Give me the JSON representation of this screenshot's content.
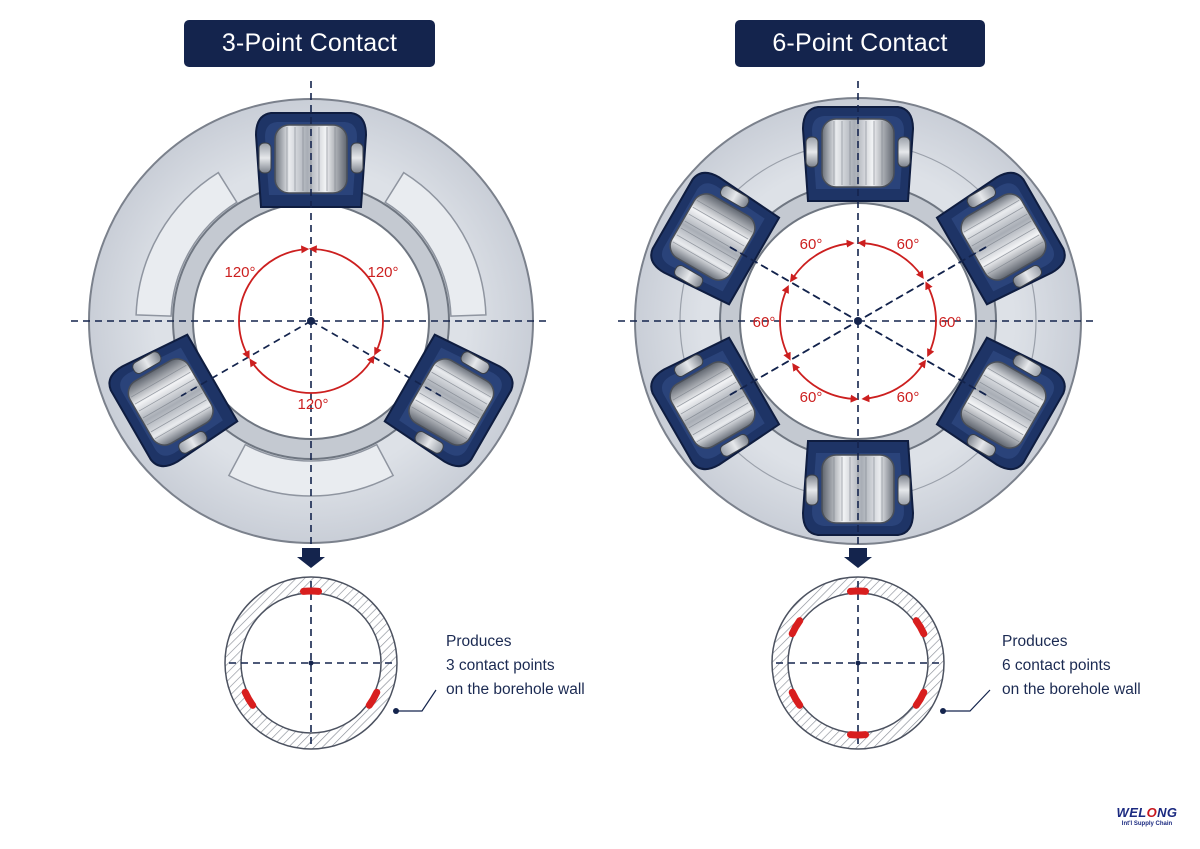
{
  "panels": {
    "left": {
      "title": "3-Point Contact",
      "angle_labels": [
        "120°",
        "120°",
        "120°"
      ],
      "caption": [
        "Produces",
        "3 contact points",
        "on the borehole wall"
      ],
      "roller_count": 3,
      "contact_count": 3
    },
    "right": {
      "title": "6-Point Contact",
      "angle_labels": [
        "60°",
        "60°",
        "60°",
        "60°",
        "60°",
        "60°"
      ],
      "caption": [
        "Produces",
        "6 contact points",
        "on the borehole wall"
      ],
      "roller_count": 6,
      "contact_count": 6
    }
  },
  "logo": {
    "main_before": "WEL",
    "main_o": "O",
    "main_after": "NG",
    "sub": "Int'l Supply Chain"
  },
  "colors": {
    "navy": "#14244d",
    "roller_housing": "#1e3466",
    "body_gray": "#d5d9e0",
    "angle_red": "#cc1f1f",
    "contact_red": "#d81e1e"
  }
}
